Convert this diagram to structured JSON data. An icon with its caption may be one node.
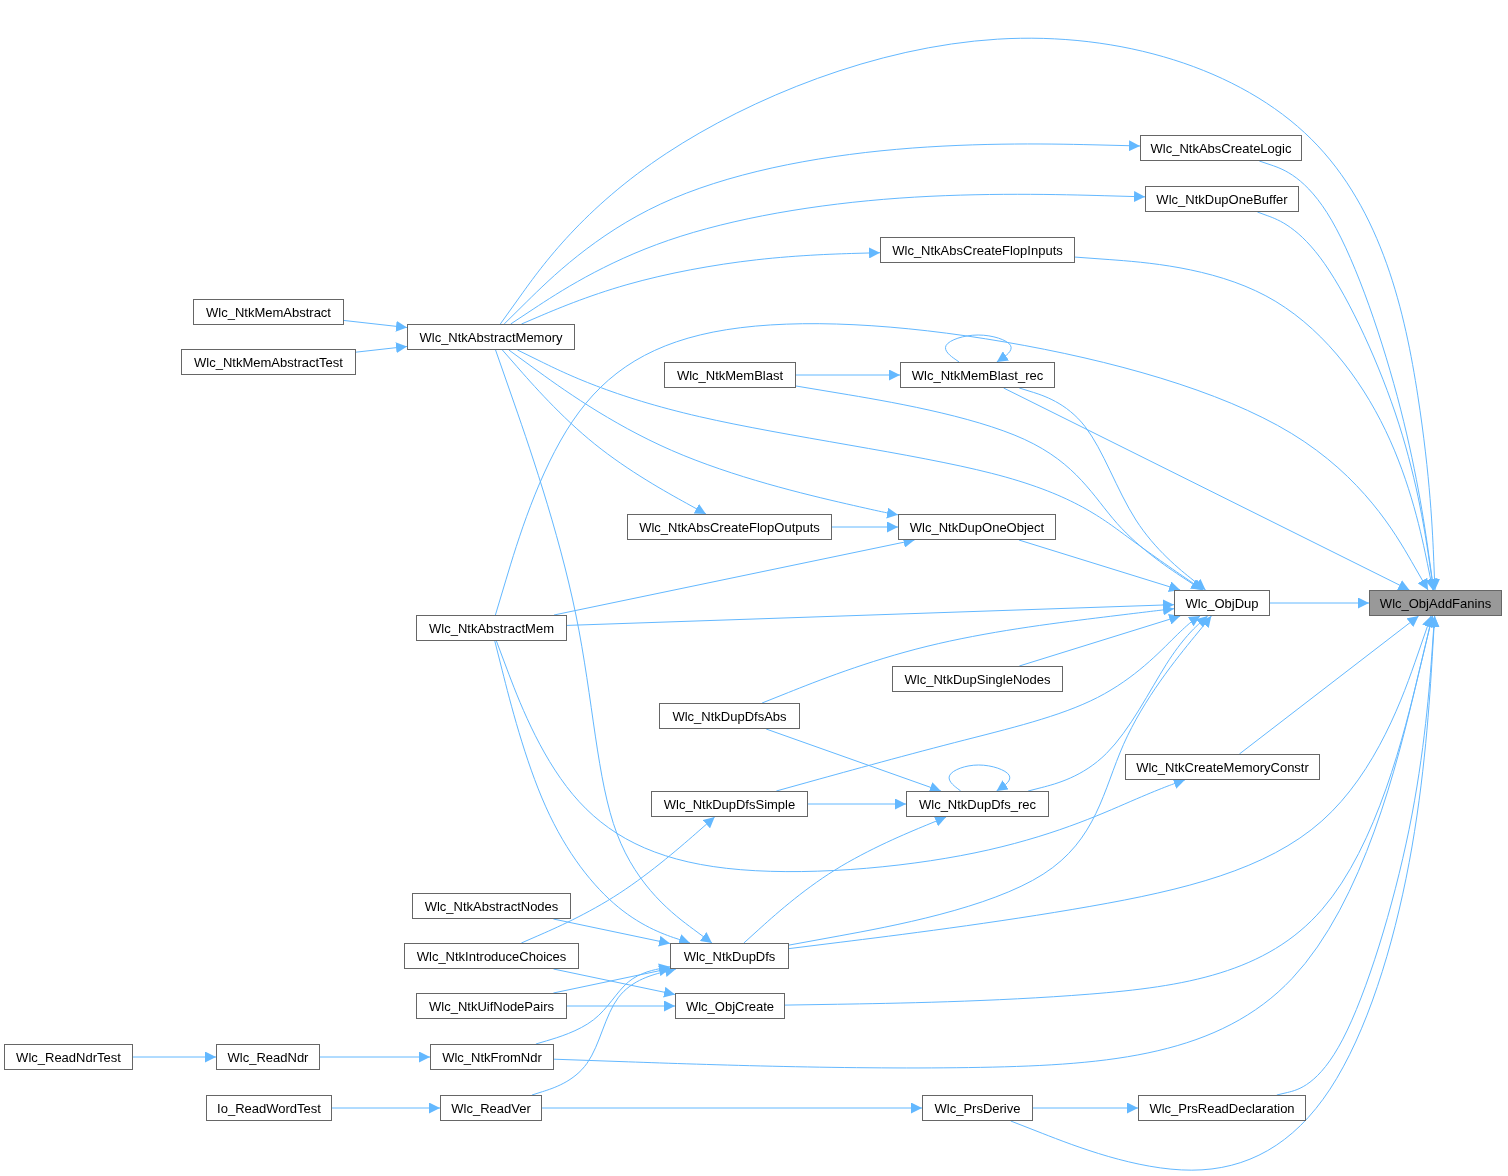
{
  "diagram": {
    "nodes": [
      {
        "text": [
          "Wlc_ObjAddFanins"
        ]
      },
      {
        "text": [
          "Wlc_NtkAbsCreateLogic"
        ]
      },
      {
        "text": [
          "Wlc_NtkDupOneBuffer"
        ]
      },
      {
        "text": [
          "Wlc_NtkAbsCreateFlopInputs"
        ]
      },
      {
        "text": [
          "Wlc_NtkMemAbstract"
        ]
      },
      {
        "text": [
          "Wlc_NtkAbstractMemory"
        ]
      },
      {
        "text": [
          "Wlc_NtkMemAbstractTest"
        ]
      },
      {
        "text": [
          "Wlc_NtkMemBlast"
        ]
      },
      {
        "text": [
          "Wlc_NtkMemBlast_rec"
        ]
      },
      {
        "text": [
          "Wlc_NtkAbsCreateFlopOutputs"
        ]
      },
      {
        "text": [
          "Wlc_NtkDupOneObject"
        ]
      },
      {
        "text": [
          "Wlc_ObjDup"
        ]
      },
      {
        "text": [
          "Wlc_NtkAbstractMem"
        ]
      },
      {
        "text": [
          "Wlc_NtkDupSingleNodes"
        ]
      },
      {
        "text": [
          "Wlc_NtkDupDfsAbs"
        ]
      },
      {
        "text": [
          "Wlc_NtkCreateMemoryConstr"
        ]
      },
      {
        "text": [
          "Wlc_NtkDupDfsSimple"
        ]
      },
      {
        "text": [
          "Wlc_NtkDupDfs_rec"
        ]
      },
      {
        "text": [
          "Wlc_NtkAbstractNodes"
        ]
      },
      {
        "text": [
          "Wlc_NtkDupDfs"
        ]
      },
      {
        "text": [
          "Wlc_NtkIntroduceChoices"
        ]
      },
      {
        "text": [
          "Wlc_NtkUifNodePairs"
        ]
      },
      {
        "text": [
          "Wlc_ObjCreate"
        ]
      },
      {
        "text": [
          "Wlc_ReadNdrTest"
        ]
      },
      {
        "text": [
          "Wlc_ReadNdr"
        ]
      },
      {
        "text": [
          "Wlc_NtkFromNdr"
        ]
      },
      {
        "text": [
          "Io_ReadWordTest"
        ]
      },
      {
        "text": [
          "Wlc_ReadVer"
        ]
      },
      {
        "text": [
          "Wlc_PrsDerive"
        ]
      },
      {
        "text": [
          "Wlc_PrsReadDeclaration"
        ]
      }
    ],
    "edges": [
      {
        "from": 5,
        "to": 0,
        "arrow": "to"
      },
      {
        "from": 5,
        "to": 1,
        "arrow": "to"
      },
      {
        "from": 5,
        "to": 2,
        "arrow": "to"
      },
      {
        "from": 5,
        "to": 3,
        "arrow": "to"
      },
      {
        "from": 4,
        "to": 5,
        "arrow": "to"
      },
      {
        "from": 6,
        "to": 5,
        "arrow": "to"
      },
      {
        "from": 5,
        "to": 9,
        "arrow": "to"
      },
      {
        "from": 5,
        "to": 10,
        "arrow": "to"
      },
      {
        "from": 5,
        "to": 11,
        "arrow": "to"
      },
      {
        "from": 5,
        "to": 19,
        "arrow": "to"
      },
      {
        "from": 12,
        "to": 0,
        "arrow": "to"
      },
      {
        "from": 12,
        "to": 10,
        "arrow": "to"
      },
      {
        "from": 12,
        "to": 11,
        "arrow": "to"
      },
      {
        "from": 12,
        "to": 15,
        "arrow": "to"
      },
      {
        "from": 12,
        "to": 19,
        "arrow": "to"
      },
      {
        "from": 1,
        "to": 0,
        "arrow": "to"
      },
      {
        "from": 2,
        "to": 0,
        "arrow": "to"
      },
      {
        "from": 3,
        "to": 0,
        "arrow": "to"
      },
      {
        "from": 7,
        "to": 8,
        "arrow": "to"
      },
      {
        "from": 7,
        "to": 11,
        "arrow": "to"
      },
      {
        "from": 8,
        "to": 8,
        "arrow": "to"
      },
      {
        "from": 8,
        "to": 11,
        "arrow": "to"
      },
      {
        "from": 8,
        "to": 0,
        "arrow": "to"
      },
      {
        "from": 9,
        "to": 10,
        "arrow": "to"
      },
      {
        "from": 10,
        "to": 11,
        "arrow": "to"
      },
      {
        "from": 11,
        "to": 0,
        "arrow": "to"
      },
      {
        "from": 13,
        "to": 11,
        "arrow": "to"
      },
      {
        "from": 14,
        "to": 11,
        "arrow": "to"
      },
      {
        "from": 14,
        "to": 17,
        "arrow": "to"
      },
      {
        "from": 15,
        "to": 0,
        "arrow": "to"
      },
      {
        "from": 16,
        "to": 11,
        "arrow": "to"
      },
      {
        "from": 16,
        "to": 17,
        "arrow": "to"
      },
      {
        "from": 17,
        "to": 17,
        "arrow": "to"
      },
      {
        "from": 17,
        "to": 11,
        "arrow": "to"
      },
      {
        "from": 19,
        "to": 0,
        "arrow": "to"
      },
      {
        "from": 19,
        "to": 11,
        "arrow": "to"
      },
      {
        "from": 19,
        "to": 17,
        "arrow": "to"
      },
      {
        "from": 20,
        "to": 16,
        "arrow": "to"
      },
      {
        "from": 18,
        "to": 19,
        "arrow": "to"
      },
      {
        "from": 20,
        "to": 22,
        "arrow": "to"
      },
      {
        "from": 21,
        "to": 19,
        "arrow": "to"
      },
      {
        "from": 21,
        "to": 22,
        "arrow": "to"
      },
      {
        "from": 25,
        "to": 19,
        "arrow": "to"
      },
      {
        "from": 27,
        "to": 19,
        "arrow": "to"
      },
      {
        "from": 22,
        "to": 0,
        "arrow": "to"
      },
      {
        "from": 25,
        "to": 0,
        "arrow": "to"
      },
      {
        "from": 29,
        "to": 0,
        "arrow": "to"
      },
      {
        "from": 28,
        "to": 0,
        "arrow": "to"
      },
      {
        "from": 23,
        "to": 24,
        "arrow": "to"
      },
      {
        "from": 24,
        "to": 25,
        "arrow": "to"
      },
      {
        "from": 26,
        "to": 27,
        "arrow": "to"
      },
      {
        "from": 27,
        "to": 28,
        "arrow": "to"
      },
      {
        "from": 28,
        "to": 29,
        "arrow": "to"
      }
    ]
  }
}
